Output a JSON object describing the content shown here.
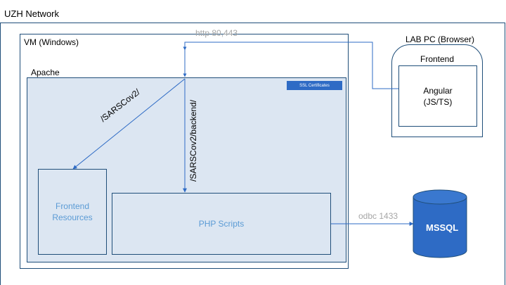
{
  "network": {
    "label": "UZH Network"
  },
  "vm": {
    "label": "VM (Windows)"
  },
  "apache": {
    "label": "Apache",
    "ssl_badge": "SSL Certificates"
  },
  "frontend_resources": {
    "line1": "Frontend",
    "line2": "Resources"
  },
  "php": {
    "label": "PHP Scripts"
  },
  "lab_pc": {
    "label": "LAB PC (Browser)",
    "frontend_label": "Frontend",
    "app_line1": "Angular",
    "app_line2": "(JS/TS)"
  },
  "database": {
    "label": "MSSQL"
  },
  "connections": {
    "http": "http 80,443",
    "route_frontend": "/SARSCov2/",
    "route_backend": "/SARSCov2/backend/",
    "odbc": "odbc 1433"
  },
  "colors": {
    "border": "#1f4e79",
    "container_fill": "#dce6f2",
    "accent_blue": "#2e6bc5",
    "text_blue": "#5b9bd5",
    "connector_gray": "#a6a6a6"
  }
}
